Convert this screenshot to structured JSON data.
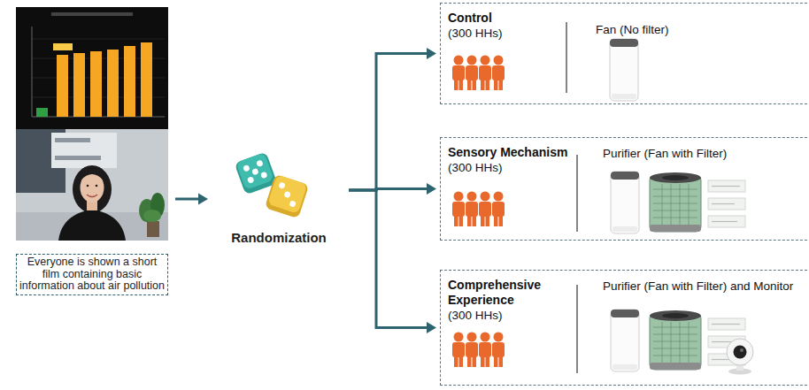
{
  "diagram": {
    "nodes": [
      {
        "text": [
          "Everyone is shown a short film containing basic information about air pollution"
        ]
      },
      {
        "text": [
          "Randomization"
        ]
      },
      {
        "text": [
          "Control",
          "(300 HHs)",
          "Fan (No filter)"
        ]
      },
      {
        "text": [
          "Sensory Mechanism",
          "(300 HHs)",
          "Purifier (Fan with Filter)"
        ]
      },
      {
        "text": [
          "Comprehensive Experience",
          "(300 HHs)",
          "Purifier (Fan with Filter) and Monitor"
        ]
      }
    ],
    "edges": [
      {
        "from": 0,
        "to": 1,
        "arrow": "to"
      },
      {
        "from": 1,
        "to": 2,
        "arrow": "to"
      },
      {
        "from": 1,
        "to": 3,
        "arrow": "to"
      },
      {
        "from": 1,
        "to": 4,
        "arrow": "to"
      }
    ]
  }
}
